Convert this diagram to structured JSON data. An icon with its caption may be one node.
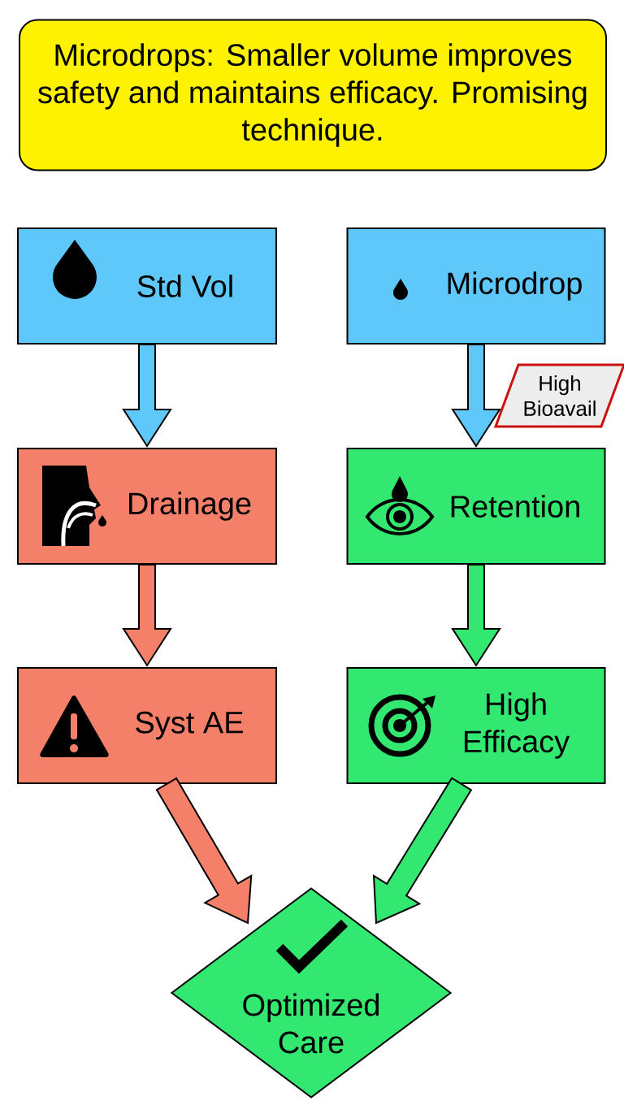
{
  "diagram": {
    "nodes": [
      {
        "text": [
          "Microdrops: Smaller volume improves safety and maintains efficacy. Promising technique."
        ]
      },
      {
        "text": [
          "Std Vol"
        ]
      },
      {
        "text": [
          "Microdrop"
        ]
      },
      {
        "text": [
          "High Bioavail"
        ]
      },
      {
        "text": [
          "Drainage"
        ]
      },
      {
        "text": [
          "Retention"
        ]
      },
      {
        "text": [
          "Syst AE"
        ]
      },
      {
        "text": [
          "High Efficacy"
        ]
      },
      {
        "text": [
          "Optimized Care"
        ]
      }
    ],
    "edges": [
      {
        "from": 1,
        "to": 4,
        "arrow": "to",
        "color": "#5ec8fa"
      },
      {
        "from": 2,
        "to": 5,
        "arrow": "to",
        "color": "#5ec8fa"
      },
      {
        "from": 4,
        "to": 6,
        "arrow": "to",
        "color": "#f5806a"
      },
      {
        "from": 5,
        "to": 7,
        "arrow": "to",
        "color": "#33e870"
      },
      {
        "from": 6,
        "to": 8,
        "arrow": "to",
        "color": "#f5806a"
      },
      {
        "from": 7,
        "to": 8,
        "arrow": "to",
        "color": "#33e870"
      }
    ]
  }
}
